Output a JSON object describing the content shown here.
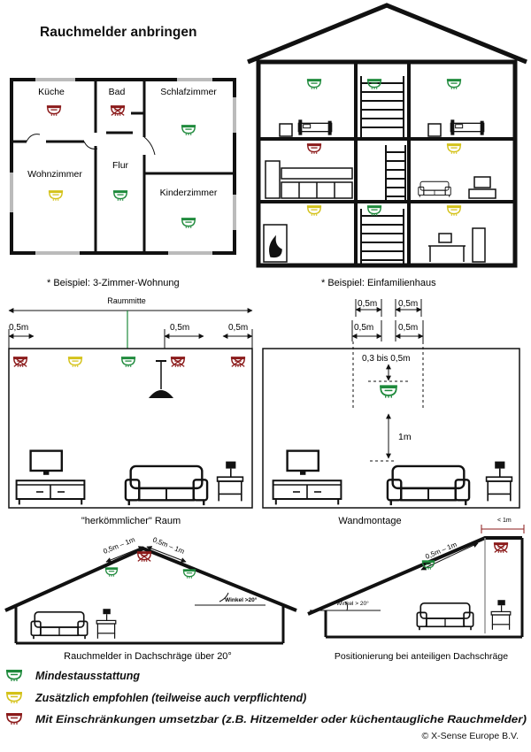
{
  "title": "Rauchmelder anbringen",
  "colors": {
    "green": "#1f8a3c",
    "yellow": "#d4c21a",
    "red": "#8b1a1a",
    "line": "#111111"
  },
  "floorplan": {
    "rooms": {
      "kueche": "Küche",
      "bad": "Bad",
      "schlafzimmer": "Schlafzimmer",
      "wohnzimmer": "Wohnzimmer",
      "flur": "Flur",
      "kinderzimmer": "Kinderzimmer"
    },
    "caption": "* Beispiel: 3-Zimmer-Wohnung"
  },
  "house": {
    "caption": "* Beispiel: Einfamilienhaus"
  },
  "room1": {
    "center_label": "Raummitte",
    "dim_left": "0,5m",
    "dim_mid": "0,5m",
    "dim_right": "0,5m",
    "caption": "\"herkömmlicher\" Raum"
  },
  "room2": {
    "dim_top_left": "0,5m",
    "dim_top_right": "0,5m",
    "dim_left": "0,5m",
    "dim_right": "0,5m",
    "dim_ceiling": "0,3 bis 0,5m",
    "dim_height": "1m",
    "caption": "Wandmontage"
  },
  "roof1": {
    "dim_left": "0,5m – 1m",
    "dim_right": "0,5m – 1m",
    "angle": "Winkel >20°",
    "caption": "Rauchmelder in Dachschräge über 20°"
  },
  "roof2": {
    "dim_slope": "0,5m – 1m",
    "dim_top": "< 1m",
    "angle": "Winkel > 20°",
    "caption": "Positionierung bei anteiligen Dachschräge"
  },
  "legend": [
    {
      "label": "Mindestausstattung",
      "icon": "smoke-detector-green-icon"
    },
    {
      "label": "Zusätzlich empfohlen (teilweise auch verpflichtend)",
      "icon": "smoke-detector-yellow-icon"
    },
    {
      "label": "Mit Einschränkungen umsetzbar (z.B. Hitzemelder oder küchentaugliche Rauchmelder)",
      "icon": "smoke-detector-red-icon"
    }
  ],
  "copyright": "© X-Sense Europe B.V."
}
